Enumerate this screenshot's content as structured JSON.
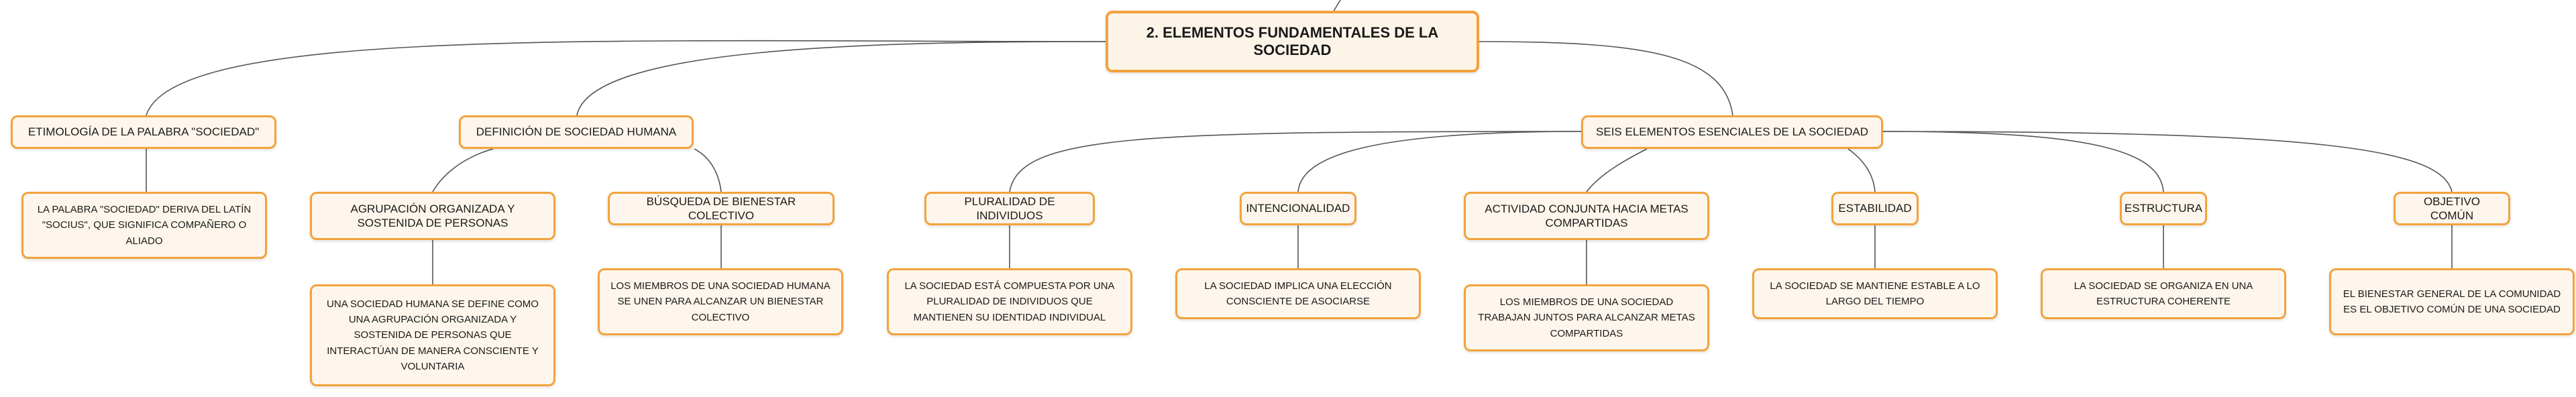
{
  "root": "2. ELEMENTOS FUNDAMENTALES DE LA SOCIEDAD",
  "l1": {
    "etimologia": "ETIMOLOGÍA DE LA PALABRA \"SOCIEDAD\"",
    "definicion": "DEFINICIÓN DE SOCIEDAD HUMANA",
    "seis": "SEIS ELEMENTOS ESENCIALES DE LA SOCIEDAD"
  },
  "etimologia_detail": "LA PALABRA \"SOCIEDAD\" DERIVA DEL LATÍN \"SOCIUS\", QUE SIGNIFICA COMPAÑERO O ALIADO",
  "definicion_children": {
    "agrupacion": "AGRUPACIÓN ORGANIZADA Y SOSTENIDA DE PERSONAS",
    "agrupacion_detail": "UNA SOCIEDAD HUMANA SE DEFINE COMO UNA AGRUPACIÓN ORGANIZADA Y SOSTENIDA DE PERSONAS QUE INTERACTÚAN DE MANERA CONSCIENTE Y VOLUNTARIA",
    "bienestar": "BÚSQUEDA DE BIENESTAR COLECTIVO",
    "bienestar_detail": "LOS MIEMBROS DE UNA SOCIEDAD HUMANA SE UNEN PARA ALCANZAR UN BIENESTAR COLECTIVO"
  },
  "elements": [
    {
      "label": "PLURALIDAD DE INDIVIDUOS",
      "detail": "LA SOCIEDAD ESTÁ COMPUESTA POR UNA PLURALIDAD DE INDIVIDUOS QUE MANTIENEN SU IDENTIDAD INDIVIDUAL"
    },
    {
      "label": "INTENCIONALIDAD",
      "detail": "LA SOCIEDAD IMPLICA UNA ELECCIÓN CONSCIENTE DE ASOCIARSE"
    },
    {
      "label": "ACTIVIDAD CONJUNTA HACIA METAS COMPARTIDAS",
      "detail": "LOS MIEMBROS DE UNA SOCIEDAD TRABAJAN JUNTOS PARA ALCANZAR METAS COMPARTIDAS"
    },
    {
      "label": "ESTABILIDAD",
      "detail": "LA SOCIEDAD SE MANTIENE ESTABLE A LO LARGO DEL TIEMPO"
    },
    {
      "label": "ESTRUCTURA",
      "detail": "LA SOCIEDAD SE ORGANIZA EN UNA ESTRUCTURA COHERENTE"
    },
    {
      "label": "OBJETIVO COMÚN",
      "detail": "EL BIENESTAR GENERAL DE LA COMUNIDAD ES EL OBJETIVO COMÚN DE UNA SOCIEDAD"
    }
  ],
  "colors": {
    "border": "#f3a23c",
    "fill": "#fef6ec",
    "edge": "#555555"
  }
}
